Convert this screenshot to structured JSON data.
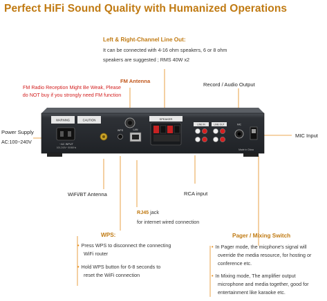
{
  "title": "Perfect HiFi Sound Quality with Humanized Operations",
  "line_out": {
    "heading": "Left & Right-Channel Line Out:",
    "lines": [
      "It can be connected with 4-16 ohm speakers, 6 or 8 ohm",
      "speakers are suggested ;  RMS 40W x2"
    ]
  },
  "fm_antenna": {
    "label": "FM Antenna"
  },
  "fm_warning": {
    "lines": [
      "FM Radio Reception Might Be Weak, Please",
      "do NOT buy if you strongly need FM function"
    ]
  },
  "record_audio": {
    "label": "Record / Audio Output"
  },
  "power_supply": {
    "label": "Power Supply",
    "voltage": "AC:100~240V"
  },
  "mic_input": {
    "label": "MIC Input"
  },
  "wifi_bt": {
    "label": "WiFi/BT Antenna"
  },
  "rca_input": {
    "label": "RCA input"
  },
  "rj45": {
    "prefix": "RJ45",
    "suffix": " jack",
    "line2": "for internet wired connection"
  },
  "wps": {
    "heading": "WPS:",
    "items": [
      {
        "line1": "Press WPS to disconnect the connecting",
        "line2": "WiFi router"
      },
      {
        "line1": "Hold WPS button for 6-8 seconds to",
        "line2": "reset the WiFi connection"
      }
    ]
  },
  "pager": {
    "heading": "Pager / Mixing Switch",
    "items": [
      {
        "lines": [
          "In Pager mode, the micphone's signal will",
          "override the media resource, for hosting or",
          "conference etc."
        ]
      },
      {
        "lines": [
          "In Mixing mode, The amplifier output",
          "microphone and media together, good for",
          "entertainment like karaoke etc."
        ]
      }
    ]
  },
  "panel": {
    "warning": "WARNING",
    "caution": "CAUTION",
    "ac_input": "~AC INPUT",
    "ac_spec": "100-240V~ 50/60Hz",
    "wps_btn": "WPS",
    "lan": "LAN",
    "speaker": "SPEAKER",
    "model": "Made in China",
    "rca1": "LINE IN",
    "rca2": "LINE OUT",
    "mic": "MIC"
  },
  "colors": {
    "title": "#c07a12",
    "accent": "#e58a16",
    "warning": "#d21d1d",
    "device": "#2a2d31"
  }
}
